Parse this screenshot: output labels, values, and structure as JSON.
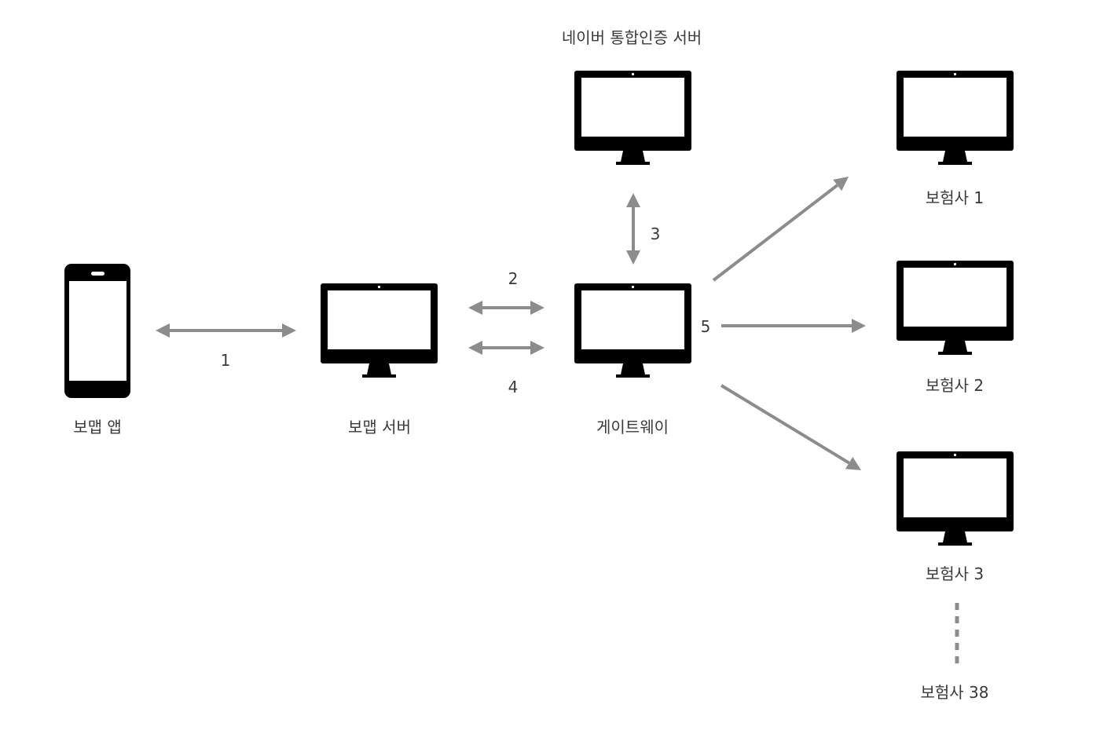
{
  "diagram": {
    "title": "",
    "colors": {
      "device": "#000000",
      "screen": "#ffffff",
      "arrow": "#8c8c8c",
      "text": "#3a3a3a"
    },
    "nodes": [
      {
        "id": "app",
        "type": "phone",
        "label": "보맵 앱"
      },
      {
        "id": "server",
        "type": "monitor",
        "label": "보맵 서버"
      },
      {
        "id": "naver",
        "type": "monitor",
        "label": "네이버 통합인증 서버"
      },
      {
        "id": "gateway",
        "type": "monitor",
        "label": "게이트웨이"
      },
      {
        "id": "ins1",
        "type": "monitor",
        "label": "보험사 1"
      },
      {
        "id": "ins2",
        "type": "monitor",
        "label": "보험사 2"
      },
      {
        "id": "ins3",
        "type": "monitor",
        "label": "보험사 3"
      },
      {
        "id": "ins38",
        "type": "text",
        "label": "보험사 38"
      }
    ],
    "edges": [
      {
        "from": "app",
        "to": "server",
        "label": "1",
        "direction": "both",
        "style": "solid"
      },
      {
        "from": "server",
        "to": "gateway",
        "label": "2",
        "direction": "both",
        "style": "solid"
      },
      {
        "from": "server",
        "to": "gateway",
        "label": "4",
        "direction": "both",
        "style": "solid"
      },
      {
        "from": "gateway",
        "to": "naver",
        "label": "3",
        "direction": "both",
        "style": "solid"
      },
      {
        "from": "gateway",
        "to": "ins1",
        "label": "",
        "direction": "forward",
        "style": "solid"
      },
      {
        "from": "gateway",
        "to": "ins2",
        "label": "5",
        "direction": "forward",
        "style": "solid"
      },
      {
        "from": "gateway",
        "to": "ins3",
        "label": "",
        "direction": "forward",
        "style": "solid"
      },
      {
        "from": "ins3",
        "to": "ins38",
        "label": "",
        "direction": "none",
        "style": "dashed"
      }
    ]
  }
}
